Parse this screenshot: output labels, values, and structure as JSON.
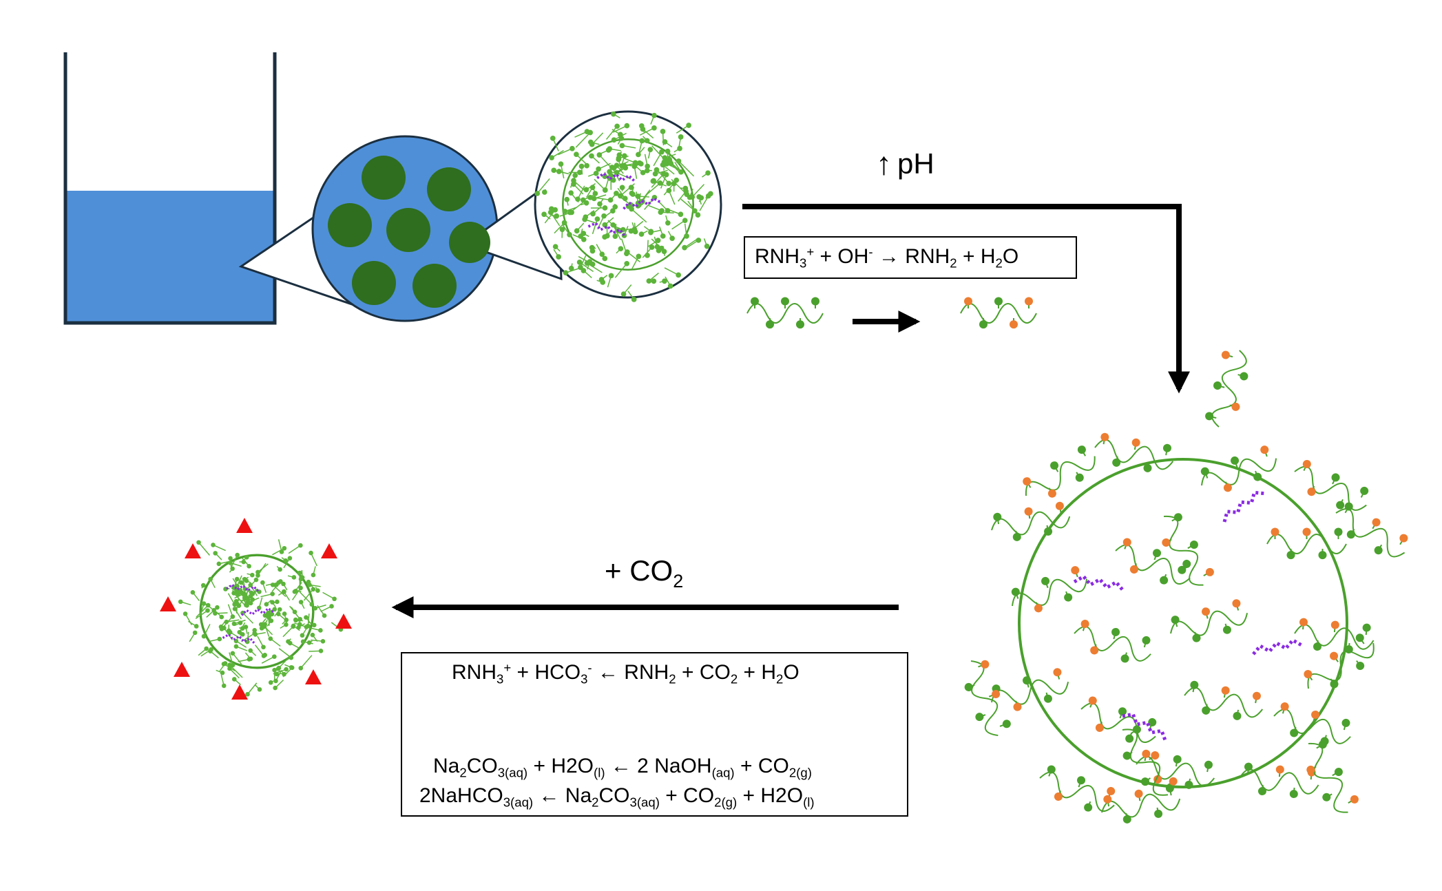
{
  "labels": {
    "ph_arrow": "↑",
    "ph": "pH",
    "co2_prefix": "+ CO",
    "co2_sub": "2",
    "triangle_glyph": "▲"
  },
  "equation_top": {
    "p1": "RNH",
    "s1": "3",
    "sup1": "+",
    "p2": " + OH",
    "sup2": "-",
    "p3": " → RNH",
    "s2": "2",
    "p4": " + H",
    "s3": "2",
    "p5": "O"
  },
  "equation_bottom_1": {
    "p1": "RNH",
    "s1": "3",
    "sup1": "+",
    "p2": " + HCO",
    "s2": "3",
    "sup2": "-",
    "p3": " ← RNH",
    "s3": "2",
    "p4": " + CO",
    "s4": "2",
    "p5": " + H",
    "s5": "2",
    "p6": "O"
  },
  "equation_bottom_2": {
    "p1": "Na",
    "s1": "2",
    "p2": "CO",
    "s2": "3(aq)",
    "p3": " + H2O",
    "s3": "(l)",
    "p4": " ← 2 NaOH",
    "s4": "(aq)",
    "p5": " + CO",
    "s5": "2(g)"
  },
  "equation_bottom_3": {
    "p1": "2NaHCO",
    "s1": "3(aq)",
    "p2": " ← Na",
    "s2": "2",
    "p3": "CO",
    "s3": "3(aq)",
    "p4": " + CO",
    "s4": "2(g)",
    "p5": " + H2O",
    "s5": "(l)"
  },
  "colors": {
    "water": "#4F8FD8",
    "dark_green": "#2E6E1E",
    "green": "#4AA02C",
    "light_green": "#5CB43A",
    "orange": "#ED7D31",
    "purple": "#8A2BE2",
    "red": "#EE1111",
    "outline": "#1B2F40"
  },
  "icons": [
    "beaker-icon",
    "magnifier-circle-icon",
    "polymer-chain-icon",
    "triangle-icon",
    "arrow-icon"
  ]
}
